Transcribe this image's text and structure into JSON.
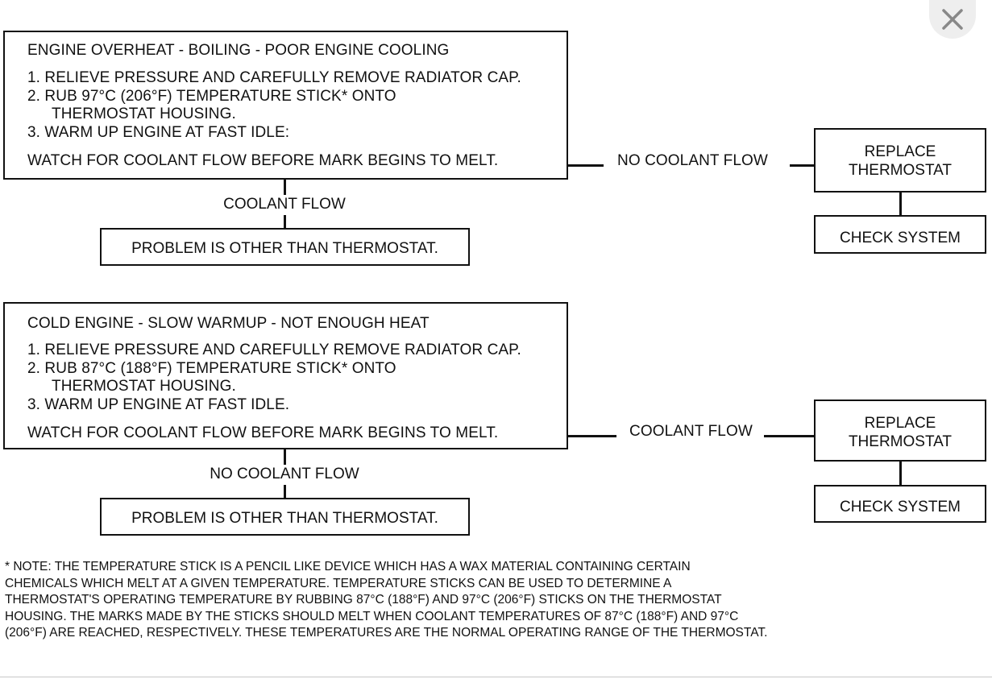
{
  "close_button": {
    "icon": "close-icon"
  },
  "flow1": {
    "title": "ENGINE OVERHEAT - BOILING - POOR ENGINE COOLING",
    "step1": "1. RELIEVE PRESSURE AND CAREFULLY REMOVE RADIATOR CAP.",
    "step2_a": "2. RUB 97°C (206°F) TEMPERATURE STICK* ONTO",
    "step2_b": "THERMOSTAT HOUSING.",
    "step3": "3. WARM UP ENGINE AT FAST IDLE:",
    "watch": "WATCH FOR COOLANT FLOW BEFORE MARK BEGINS TO MELT.",
    "down_label": "COOLANT FLOW",
    "down_result": "PROBLEM IS OTHER THAN THERMOSTAT.",
    "right_label": "NO COOLANT FLOW",
    "right_result_a": "REPLACE",
    "right_result_b": "THERMOSTAT",
    "final": "CHECK SYSTEM"
  },
  "flow2": {
    "title": "COLD ENGINE - SLOW WARMUP - NOT ENOUGH HEAT",
    "step1": "1. RELIEVE PRESSURE AND CAREFULLY REMOVE RADIATOR CAP.",
    "step2_a": "2. RUB 87°C (188°F) TEMPERATURE STICK* ONTO",
    "step2_b": "THERMOSTAT HOUSING.",
    "step3": "3. WARM UP ENGINE AT FAST IDLE.",
    "watch": "WATCH FOR COOLANT FLOW BEFORE MARK BEGINS TO MELT.",
    "down_label": "NO COOLANT FLOW",
    "down_result": "PROBLEM IS OTHER THAN THERMOSTAT.",
    "right_label": "COOLANT FLOW",
    "right_result_a": "REPLACE",
    "right_result_b": "THERMOSTAT",
    "final": "CHECK SYSTEM"
  },
  "note": {
    "line1": "* NOTE: THE TEMPERATURE STICK IS A PENCIL LIKE DEVICE WHICH HAS A WAX MATERIAL CONTAINING CERTAIN",
    "line2": "CHEMICALS WHICH MELT AT A GIVEN TEMPERATURE. TEMPERATURE STICKS CAN BE USED TO DETERMINE A",
    "line3": "THERMOSTAT'S OPERATING TEMPERATURE BY RUBBING 87°C (188°F) AND 97°C (206°F) STICKS ON THE THERMOSTAT",
    "line4": "HOUSING. THE MARKS MADE BY THE STICKS SHOULD MELT WHEN COOLANT TEMPERATURES OF 87°C (188°F) AND 97°C",
    "line5": "(206°F) ARE REACHED, RESPECTIVELY. THESE TEMPERATURES ARE THE NORMAL OPERATING RANGE OF THE THERMOSTAT."
  }
}
